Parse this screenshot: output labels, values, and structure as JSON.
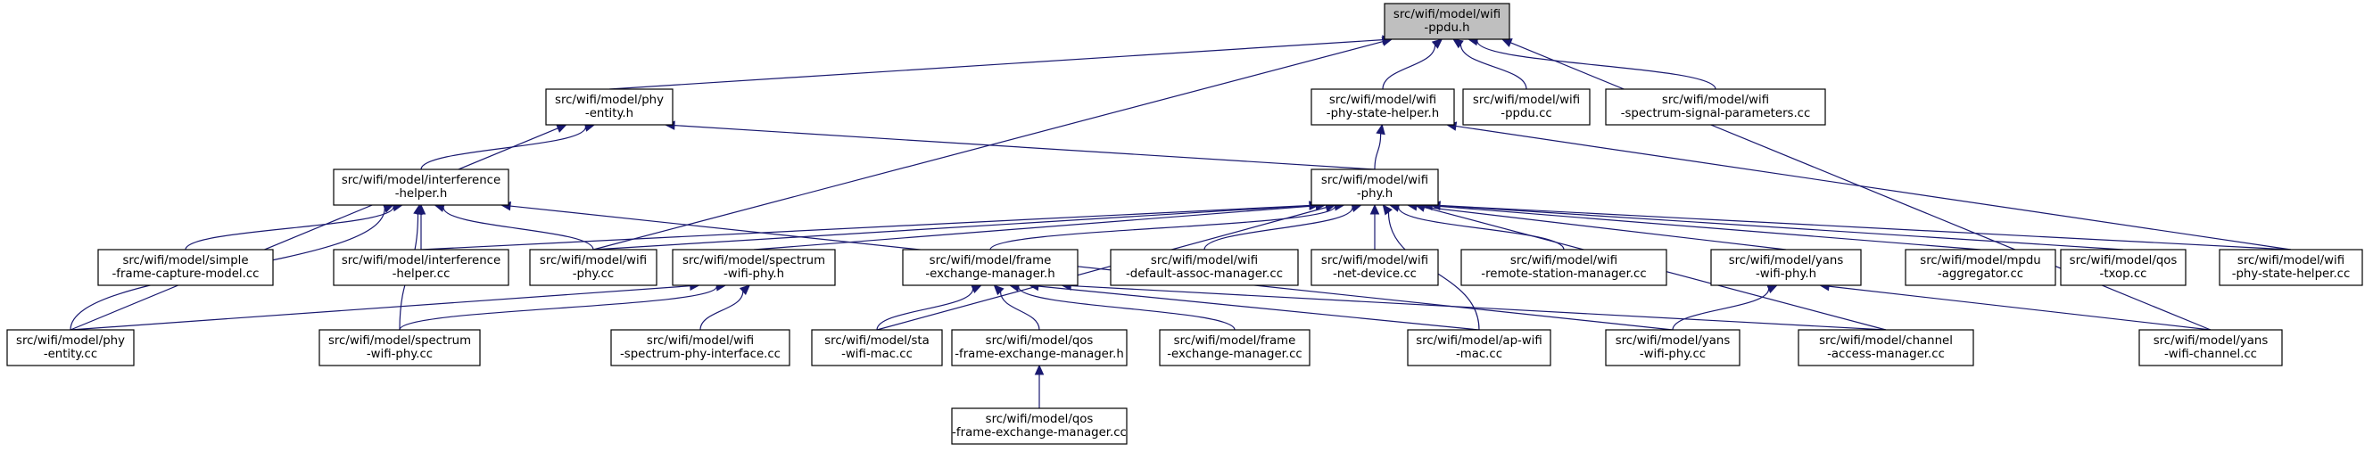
{
  "diagram": {
    "nodes": [
      {
        "id": "ppdu_h",
        "lines": [
          "src/wifi/model/wifi",
          "-ppdu.h"
        ],
        "root": true
      },
      {
        "id": "phy_entity_h",
        "lines": [
          "src/wifi/model/phy",
          "-entity.h"
        ]
      },
      {
        "id": "phy_state_helper_h",
        "lines": [
          "src/wifi/model/wifi",
          "-phy-state-helper.h"
        ]
      },
      {
        "id": "ppdu_cc",
        "lines": [
          "src/wifi/model/wifi",
          "-ppdu.cc"
        ]
      },
      {
        "id": "spectrum_signal_cc",
        "lines": [
          "src/wifi/model/wifi",
          "-spectrum-signal-parameters.cc"
        ]
      },
      {
        "id": "interference_h",
        "lines": [
          "src/wifi/model/interference",
          "-helper.h"
        ]
      },
      {
        "id": "wifi_phy_h",
        "lines": [
          "src/wifi/model/wifi",
          "-phy.h"
        ]
      },
      {
        "id": "simple_frame_cc",
        "lines": [
          "src/wifi/model/simple",
          "-frame-capture-model.cc"
        ]
      },
      {
        "id": "interference_cc",
        "lines": [
          "src/wifi/model/interference",
          "-helper.cc"
        ]
      },
      {
        "id": "wifi_phy_cc",
        "lines": [
          "src/wifi/model/wifi",
          "-phy.cc"
        ]
      },
      {
        "id": "spectrum_wifi_phy_h",
        "lines": [
          "src/wifi/model/spectrum",
          "-wifi-phy.h"
        ]
      },
      {
        "id": "frame_exchange_h",
        "lines": [
          "src/wifi/model/frame",
          "-exchange-manager.h"
        ]
      },
      {
        "id": "default_assoc_cc",
        "lines": [
          "src/wifi/model/wifi",
          "-default-assoc-manager.cc"
        ]
      },
      {
        "id": "net_device_cc",
        "lines": [
          "src/wifi/model/wifi",
          "-net-device.cc"
        ]
      },
      {
        "id": "remote_station_cc",
        "lines": [
          "src/wifi/model/wifi",
          "-remote-station-manager.cc"
        ]
      },
      {
        "id": "yans_wifi_phy_h",
        "lines": [
          "src/wifi/model/yans",
          "-wifi-phy.h"
        ]
      },
      {
        "id": "mpdu_aggregator_cc",
        "lines": [
          "src/wifi/model/mpdu",
          "-aggregator.cc"
        ]
      },
      {
        "id": "qos_txop_cc",
        "lines": [
          "src/wifi/model/qos",
          "-txop.cc"
        ]
      },
      {
        "id": "phy_state_helper_cc",
        "lines": [
          "src/wifi/model/wifi",
          "-phy-state-helper.cc"
        ]
      },
      {
        "id": "phy_entity_cc",
        "lines": [
          "src/wifi/model/phy",
          "-entity.cc"
        ]
      },
      {
        "id": "spectrum_wifi_phy_cc",
        "lines": [
          "src/wifi/model/spectrum",
          "-wifi-phy.cc"
        ]
      },
      {
        "id": "spectrum_phy_iface_cc",
        "lines": [
          "src/wifi/model/wifi",
          "-spectrum-phy-interface.cc"
        ]
      },
      {
        "id": "sta_wifi_mac_cc",
        "lines": [
          "src/wifi/model/sta",
          "-wifi-mac.cc"
        ]
      },
      {
        "id": "qos_fem_h",
        "lines": [
          "src/wifi/model/qos",
          "-frame-exchange-manager.h"
        ]
      },
      {
        "id": "frame_exchange_cc",
        "lines": [
          "src/wifi/model/frame",
          "-exchange-manager.cc"
        ]
      },
      {
        "id": "ap_wifi_mac_cc",
        "lines": [
          "src/wifi/model/ap-wifi",
          "-mac.cc"
        ]
      },
      {
        "id": "yans_wifi_phy_cc",
        "lines": [
          "src/wifi/model/yans",
          "-wifi-phy.cc"
        ]
      },
      {
        "id": "channel_access_cc",
        "lines": [
          "src/wifi/model/channel",
          "-access-manager.cc"
        ]
      },
      {
        "id": "yans_wifi_channel_cc",
        "lines": [
          "src/wifi/model/yans",
          "-wifi-channel.cc"
        ]
      },
      {
        "id": "qos_fem_cc",
        "lines": [
          "src/wifi/model/qos",
          "-frame-exchange-manager.cc"
        ]
      }
    ],
    "edges": [
      [
        "phy_entity_h",
        "ppdu_h"
      ],
      [
        "phy_state_helper_h",
        "ppdu_h"
      ],
      [
        "ppdu_cc",
        "ppdu_h"
      ],
      [
        "spectrum_signal_cc",
        "ppdu_h"
      ],
      [
        "wifi_phy_cc",
        "ppdu_h"
      ],
      [
        "yans_wifi_channel_cc",
        "ppdu_h"
      ],
      [
        "interference_h",
        "phy_entity_h"
      ],
      [
        "wifi_phy_h",
        "phy_entity_h"
      ],
      [
        "phy_entity_cc",
        "phy_entity_h"
      ],
      [
        "wifi_phy_h",
        "phy_state_helper_h"
      ],
      [
        "phy_state_helper_cc",
        "phy_state_helper_h"
      ],
      [
        "simple_frame_cc",
        "interference_h"
      ],
      [
        "interference_cc",
        "interference_h"
      ],
      [
        "wifi_phy_cc",
        "interference_h"
      ],
      [
        "phy_entity_cc",
        "interference_h"
      ],
      [
        "spectrum_wifi_phy_cc",
        "interference_h"
      ],
      [
        "yans_wifi_phy_cc",
        "interference_h"
      ],
      [
        "interference_cc",
        "wifi_phy_h"
      ],
      [
        "wifi_phy_cc",
        "wifi_phy_h"
      ],
      [
        "spectrum_wifi_phy_h",
        "wifi_phy_h"
      ],
      [
        "frame_exchange_h",
        "wifi_phy_h"
      ],
      [
        "default_assoc_cc",
        "wifi_phy_h"
      ],
      [
        "net_device_cc",
        "wifi_phy_h"
      ],
      [
        "remote_station_cc",
        "wifi_phy_h"
      ],
      [
        "yans_wifi_phy_h",
        "wifi_phy_h"
      ],
      [
        "mpdu_aggregator_cc",
        "wifi_phy_h"
      ],
      [
        "qos_txop_cc",
        "wifi_phy_h"
      ],
      [
        "phy_state_helper_cc",
        "wifi_phy_h"
      ],
      [
        "sta_wifi_mac_cc",
        "wifi_phy_h"
      ],
      [
        "ap_wifi_mac_cc",
        "wifi_phy_h"
      ],
      [
        "channel_access_cc",
        "wifi_phy_h"
      ],
      [
        "phy_entity_cc",
        "spectrum_wifi_phy_h"
      ],
      [
        "spectrum_wifi_phy_cc",
        "spectrum_wifi_phy_h"
      ],
      [
        "spectrum_phy_iface_cc",
        "spectrum_wifi_phy_h"
      ],
      [
        "sta_wifi_mac_cc",
        "frame_exchange_h"
      ],
      [
        "qos_fem_h",
        "frame_exchange_h"
      ],
      [
        "frame_exchange_cc",
        "frame_exchange_h"
      ],
      [
        "ap_wifi_mac_cc",
        "frame_exchange_h"
      ],
      [
        "channel_access_cc",
        "frame_exchange_h"
      ],
      [
        "yans_wifi_phy_cc",
        "yans_wifi_phy_h"
      ],
      [
        "yans_wifi_channel_cc",
        "yans_wifi_phy_h"
      ],
      [
        "qos_fem_cc",
        "qos_fem_h"
      ]
    ]
  }
}
